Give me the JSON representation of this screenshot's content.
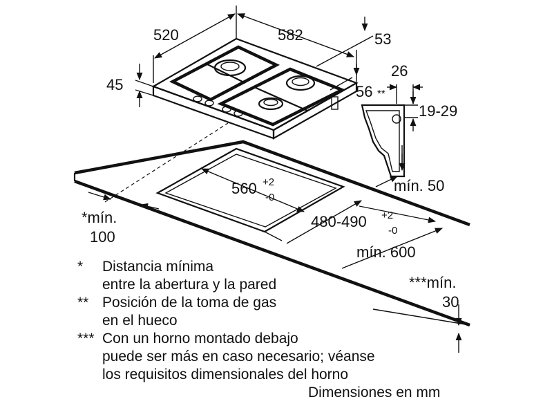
{
  "dimensions": {
    "width_hob": "520",
    "depth_hob": "582",
    "front_offset": "53",
    "height": "45",
    "gas_offset": "56",
    "gas_offset_mark": "**",
    "bracket_width": "26",
    "bracket_range": "19-29",
    "min_50": "mín. 50",
    "cutout_width": "560",
    "cutout_width_tol_plus": "+2",
    "cutout_width_tol_minus": "-0",
    "cutout_depth": "480-490",
    "cutout_depth_tol_plus": "+2",
    "cutout_depth_tol_minus": "-0",
    "min_wall_prefix": "*mín.",
    "min_wall_value": "100",
    "min_600": "mín. 600",
    "oven_min_prefix": "***mín.",
    "oven_min_value": "30"
  },
  "notes": [
    {
      "mark": "*",
      "lines": [
        "Distancia mínima",
        "entre la abertura y la pared"
      ]
    },
    {
      "mark": "**",
      "lines": [
        "Posición de la toma de gas",
        "en el hueco"
      ]
    },
    {
      "mark": "***",
      "lines": [
        "Con un horno montado debajo",
        "puede ser más en caso necesario; véanse",
        "los requisitos dimensionales del horno"
      ]
    }
  ],
  "units_label": "Dimensiones en mm"
}
